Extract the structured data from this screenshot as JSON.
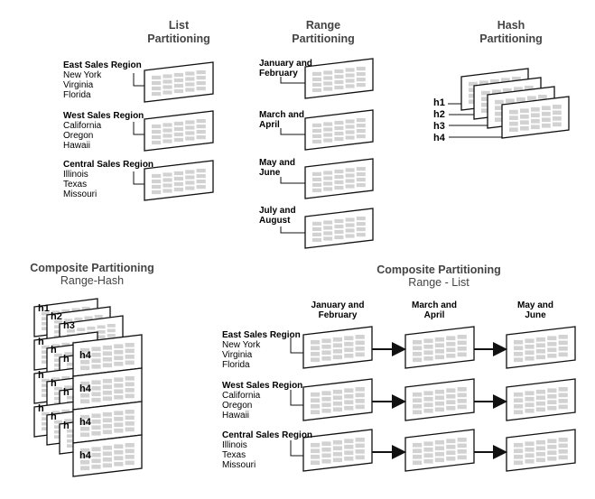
{
  "list": {
    "title1": "List",
    "title2": "Partitioning",
    "groups": [
      {
        "label": "East Sales Region",
        "items": [
          "New York",
          "Virginia",
          "Florida"
        ]
      },
      {
        "label": "West Sales Region",
        "items": [
          "California",
          "Oregon",
          "Hawaii"
        ]
      },
      {
        "label": "Central Sales Region",
        "items": [
          "Illinois",
          "Texas",
          "Missouri"
        ]
      }
    ]
  },
  "range": {
    "title1": "Range",
    "title2": "Partitioning",
    "partitions": [
      {
        "l1": "January and",
        "l2": "February"
      },
      {
        "l1": "March and",
        "l2": "April"
      },
      {
        "l1": "May and",
        "l2": "June"
      },
      {
        "l1": "July and",
        "l2": "August"
      }
    ]
  },
  "hash": {
    "title1": "Hash",
    "title2": "Partitioning",
    "labels": [
      "h1",
      "h2",
      "h3",
      "h4"
    ]
  },
  "composite_hash": {
    "title": "Composite Partitioning",
    "subtitle": "Range-Hash",
    "col1_labels": [
      "h1",
      "h2",
      "h3"
    ],
    "col2_label": "h4"
  },
  "composite_list": {
    "title": "Composite Partitioning",
    "subtitle": "Range - List",
    "columns": [
      {
        "l1": "January and",
        "l2": "February"
      },
      {
        "l1": "March and",
        "l2": "April"
      },
      {
        "l1": "May and",
        "l2": "June"
      }
    ],
    "rows": [
      {
        "label": "East Sales Region",
        "items": [
          "New York",
          "Virginia",
          "Florida"
        ]
      },
      {
        "label": "West Sales Region",
        "items": [
          "California",
          "Oregon",
          "Hawaii"
        ]
      },
      {
        "label": "Central Sales Region",
        "items": [
          "Illinois",
          "Texas",
          "Missouri"
        ]
      }
    ]
  }
}
